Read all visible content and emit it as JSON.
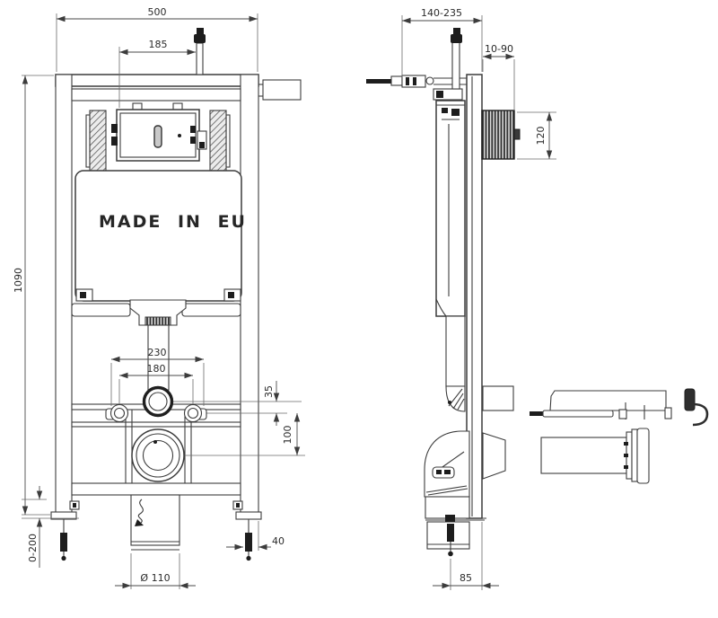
{
  "drawing": {
    "title": "wc-installation-frame-technical-drawing",
    "background_color": "#ffffff",
    "line_color": "#3c3c3c",
    "front_view": {
      "tank_text": "MADE IN EU",
      "overall_width_mm": "500",
      "actuator_offset_mm": "185",
      "overall_height_mm": "1090",
      "fixing_span_outer_mm": "230",
      "fixing_span_inner_mm": "180",
      "elbow_to_inlet_mm": "35",
      "inlet_to_drain_mm": "100",
      "foot_adjust_range_mm": "0-200",
      "foot_offset_mm": "40",
      "drain_diameter": "Ø 110"
    },
    "side_view": {
      "depth_range_mm": "140-235",
      "facing_depth_mm": "10-90",
      "plate_box_height_mm": "120",
      "foot_to_wall_mm": "85"
    }
  }
}
